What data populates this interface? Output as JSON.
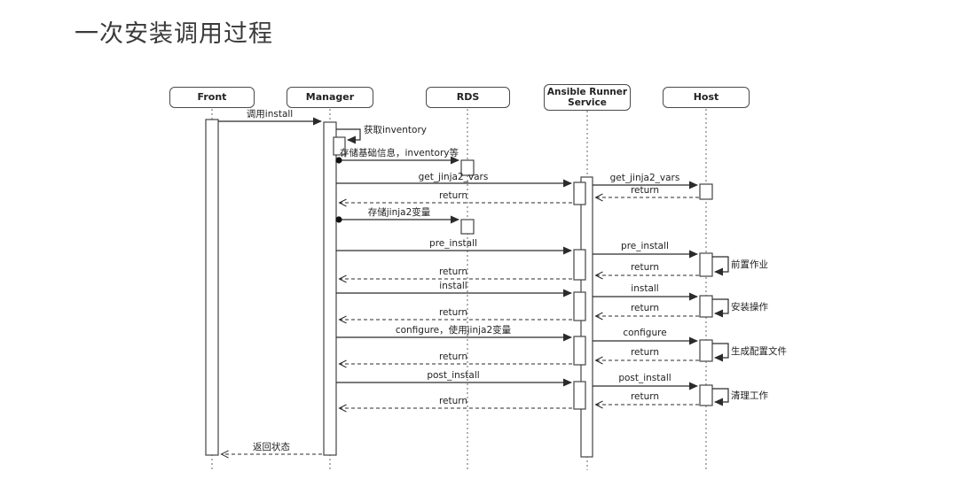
{
  "title": "一次安装调用过程",
  "participants": [
    {
      "label": "Front"
    },
    {
      "label": "Manager"
    },
    {
      "label": "RDS"
    },
    {
      "label": "Ansible Runner Service"
    },
    {
      "label": "Host"
    }
  ],
  "messages": [
    {
      "label": "调用install",
      "from": "Front",
      "to": "Manager",
      "type": "sync"
    },
    {
      "label": "获取inventory",
      "from": "Manager",
      "to": "Manager",
      "type": "self"
    },
    {
      "label": "存储基础信息，inventory等",
      "from": "Manager",
      "to": "RDS",
      "type": "sync"
    },
    {
      "label": "get_jinja2_vars",
      "from": "Manager",
      "to": "Ansible Runner Service",
      "type": "sync"
    },
    {
      "label": "get_jinja2_vars",
      "from": "Ansible Runner Service",
      "to": "Host",
      "type": "sync"
    },
    {
      "label": "return",
      "from": "Host",
      "to": "Ansible Runner Service",
      "type": "return"
    },
    {
      "label": "return",
      "from": "Ansible Runner Service",
      "to": "Manager",
      "type": "return"
    },
    {
      "label": "存储jinja2变量",
      "from": "Manager",
      "to": "RDS",
      "type": "sync"
    },
    {
      "label": "pre_install",
      "from": "Manager",
      "to": "Ansible Runner Service",
      "type": "sync"
    },
    {
      "label": "pre_install",
      "from": "Ansible Runner Service",
      "to": "Host",
      "type": "sync"
    },
    {
      "label": "前置作业",
      "from": "Host",
      "to": "Host",
      "type": "self"
    },
    {
      "label": "return",
      "from": "Host",
      "to": "Ansible Runner Service",
      "type": "return"
    },
    {
      "label": "return",
      "from": "Ansible Runner Service",
      "to": "Manager",
      "type": "return"
    },
    {
      "label": "install",
      "from": "Manager",
      "to": "Ansible Runner Service",
      "type": "sync"
    },
    {
      "label": "install",
      "from": "Ansible Runner Service",
      "to": "Host",
      "type": "sync"
    },
    {
      "label": "安装操作",
      "from": "Host",
      "to": "Host",
      "type": "self"
    },
    {
      "label": "return",
      "from": "Host",
      "to": "Ansible Runner Service",
      "type": "return"
    },
    {
      "label": "return",
      "from": "Ansible Runner Service",
      "to": "Manager",
      "type": "return"
    },
    {
      "label": "configure，使用jinja2变量",
      "from": "Manager",
      "to": "Ansible Runner Service",
      "type": "sync"
    },
    {
      "label": "configure",
      "from": "Ansible Runner Service",
      "to": "Host",
      "type": "sync"
    },
    {
      "label": "生成配置文件",
      "from": "Host",
      "to": "Host",
      "type": "self"
    },
    {
      "label": "return",
      "from": "Host",
      "to": "Ansible Runner Service",
      "type": "return"
    },
    {
      "label": "return",
      "from": "Ansible Runner Service",
      "to": "Manager",
      "type": "return"
    },
    {
      "label": "post_install",
      "from": "Manager",
      "to": "Ansible Runner Service",
      "type": "sync"
    },
    {
      "label": "post_install",
      "from": "Ansible Runner Service",
      "to": "Host",
      "type": "sync"
    },
    {
      "label": "清理工作",
      "from": "Host",
      "to": "Host",
      "type": "self"
    },
    {
      "label": "return",
      "from": "Host",
      "to": "Ansible Runner Service",
      "type": "return"
    },
    {
      "label": "return",
      "from": "Ansible Runner Service",
      "to": "Manager",
      "type": "return"
    },
    {
      "label": "返回状态",
      "from": "Manager",
      "to": "Front",
      "type": "return"
    }
  ],
  "colors": {
    "line": "#2b2b2b",
    "background": "#ffffff",
    "text": "#222222"
  }
}
